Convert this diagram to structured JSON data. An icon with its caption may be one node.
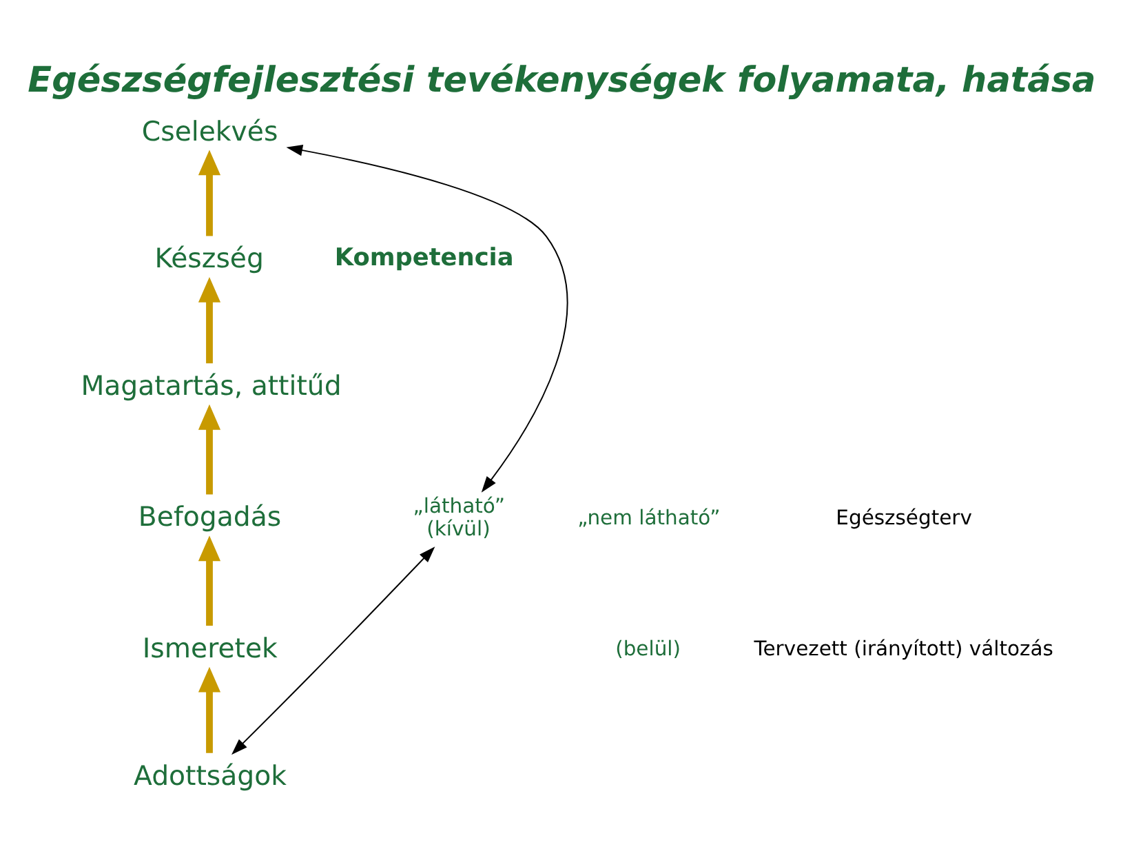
{
  "diagram": {
    "title": "Egészségfejlesztési tevékenységek folyamata, hatása",
    "nodes": [
      {
        "text": [
          "Cselekvés"
        ]
      },
      {
        "text": [
          "Készség"
        ]
      },
      {
        "text": [
          "Magatartás, attitűd"
        ]
      },
      {
        "text": [
          "Befogadás"
        ]
      },
      {
        "text": [
          "Ismeretek"
        ]
      },
      {
        "text": [
          "Adottságok"
        ]
      },
      {
        "text": [
          "„látható”",
          "(kívül)"
        ]
      }
    ],
    "edges": [
      {
        "from": 5,
        "to": 4,
        "arrow": "to"
      },
      {
        "from": 4,
        "to": 3,
        "arrow": "to"
      },
      {
        "from": 3,
        "to": 2,
        "arrow": "to"
      },
      {
        "from": 2,
        "to": 1,
        "arrow": "to"
      },
      {
        "from": 1,
        "to": 0,
        "arrow": "to"
      },
      {
        "from": 6,
        "to": 0,
        "arrow": "both",
        "color": "#000000"
      },
      {
        "from": 6,
        "to": 5,
        "arrow": "both",
        "color": "#000000"
      }
    ],
    "labels": [
      "Kompetencia",
      "„nem látható”",
      "(belül)",
      "Egészségterv",
      "Tervezett (irányított) változás"
    ]
  }
}
